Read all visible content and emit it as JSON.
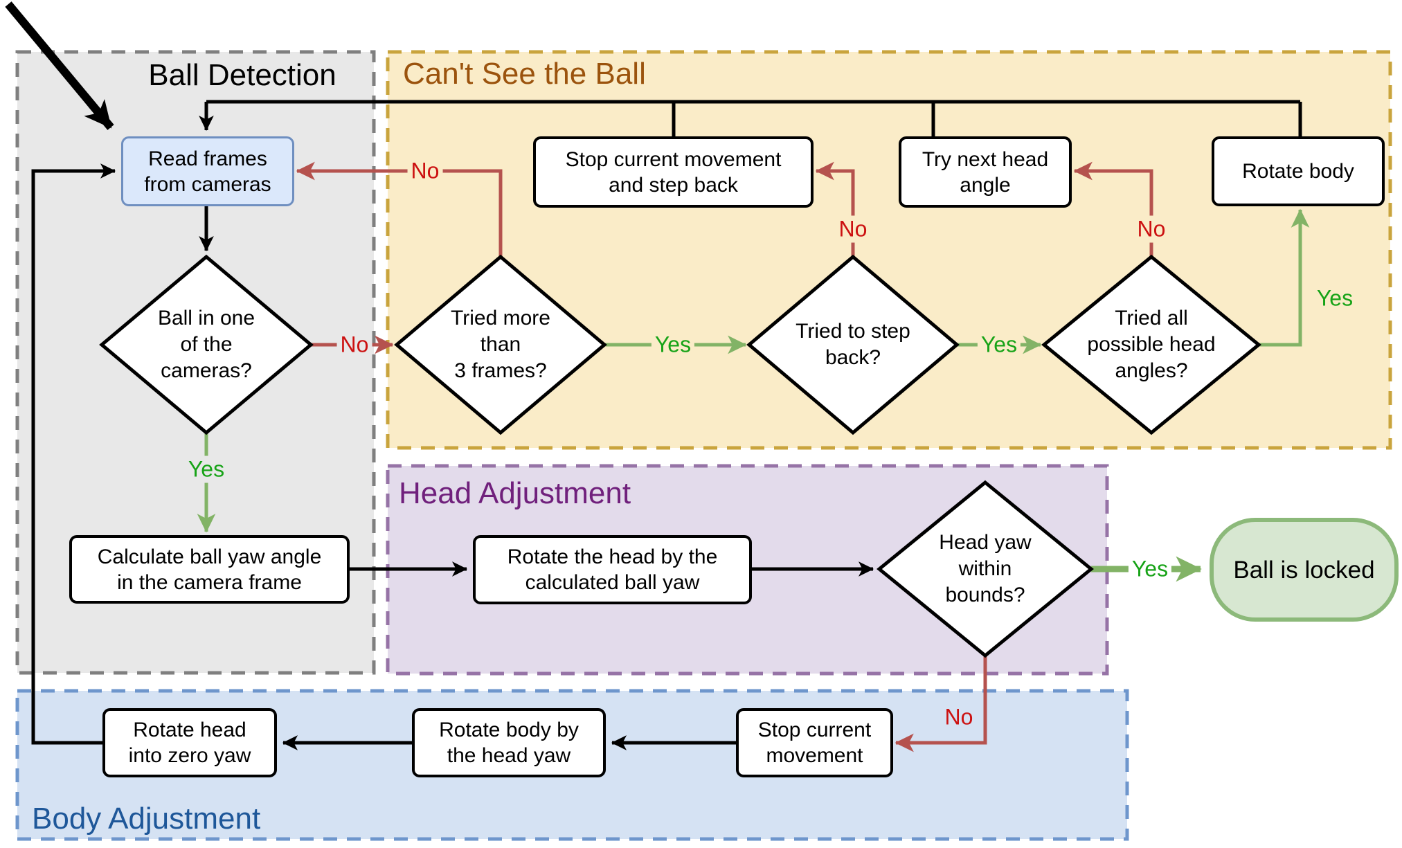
{
  "regions": {
    "ball_detection": "Ball Detection",
    "cant_see_ball": "Can't See the Ball",
    "head_adjustment": "Head Adjustment",
    "body_adjustment": "Body Adjustment"
  },
  "nodes": {
    "read_frames": "Read frames\nfrom cameras",
    "ball_in_cameras": "Ball in one\nof the\ncameras?",
    "calc_ball_yaw": "Calculate ball yaw angle\nin the camera frame",
    "tried_3_frames": "Tried more\nthan\n3 frames?",
    "stop_and_step_back": "Stop current movement\nand step back",
    "tried_step_back": "Tried to step\nback?",
    "try_next_head_angle": "Try next head\nangle",
    "tried_all_angles": "Tried all\npossible head\nangles?",
    "rotate_body": "Rotate body",
    "rotate_head_by_yaw": "Rotate the head by the\ncalculated ball yaw",
    "head_yaw_bounds": "Head yaw\nwithin\nbounds?",
    "ball_locked": "Ball is locked",
    "stop_current": "Stop current\nmovement",
    "rotate_body_by_head_yaw": "Rotate body by\nthe head yaw",
    "rotate_head_zero": "Rotate head\ninto zero yaw"
  },
  "edge_labels": {
    "yes": "Yes",
    "no": "No"
  },
  "colors": {
    "region_gray_fill": "#e8e8e8",
    "region_gray_border": "#7f7f7f",
    "region_yellow_fill": "#faecc8",
    "region_yellow_border": "#c9a43d",
    "region_yellow_title": "#9b530d",
    "region_purple_fill": "#e3dbeb",
    "region_purple_border": "#9673a6",
    "region_purple_title": "#70207c",
    "region_blue_fill": "#d5e2f3",
    "region_blue_border": "#6e96cc",
    "region_blue_title": "#1e5799",
    "node_blue_fill": "#dbe8fb",
    "node_blue_border": "#6f8fc0",
    "terminal_fill": "#d7e7d1",
    "terminal_border": "#8cb97a",
    "edge_black": "#000000",
    "edge_red": "#b5524e",
    "edge_green": "#82b366",
    "label_no_color": "#cc1111",
    "label_yes_color": "#17a317"
  }
}
